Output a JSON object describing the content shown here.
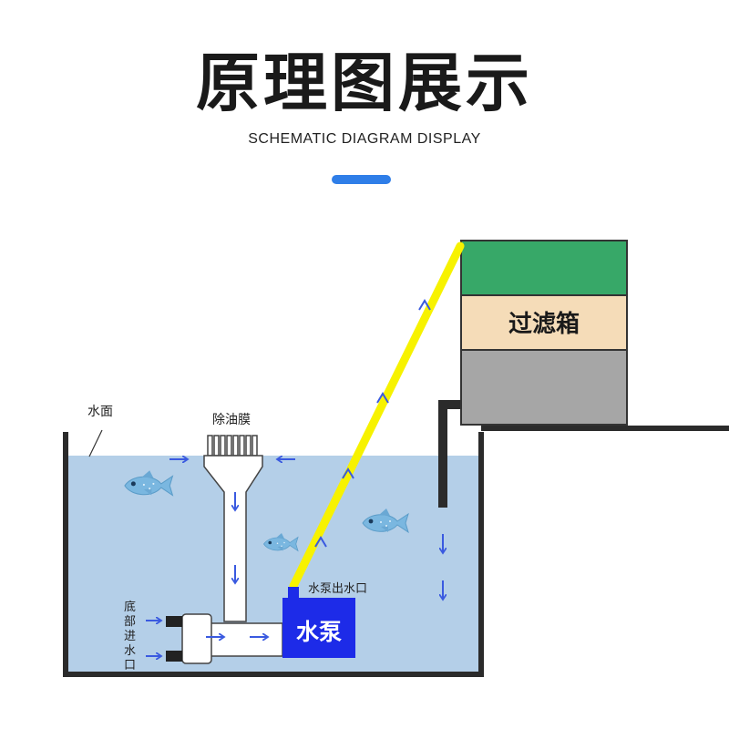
{
  "header": {
    "title": "原理图展示",
    "subtitle": "SCHEMATIC DIAGRAM DISPLAY"
  },
  "labels": {
    "water_surface": "水面",
    "oil_membrane": "除油膜",
    "pump_outlet": "水泵出水口",
    "pump": "水泵",
    "filter_box": "过滤箱",
    "bottom_inlet": [
      "底",
      "部",
      "进",
      "水",
      "口"
    ]
  },
  "colors": {
    "accent": "#2f7ee8",
    "water": "#b4cfe8",
    "pump": "#1d2be8",
    "pipe": "#f7f200",
    "flow_arrow": "#3a5ae0",
    "filter_top": "#37a868",
    "filter_middle": "#f5dcb8",
    "filter_bottom": "#a6a6a6",
    "fish": "#7ab7e0"
  }
}
